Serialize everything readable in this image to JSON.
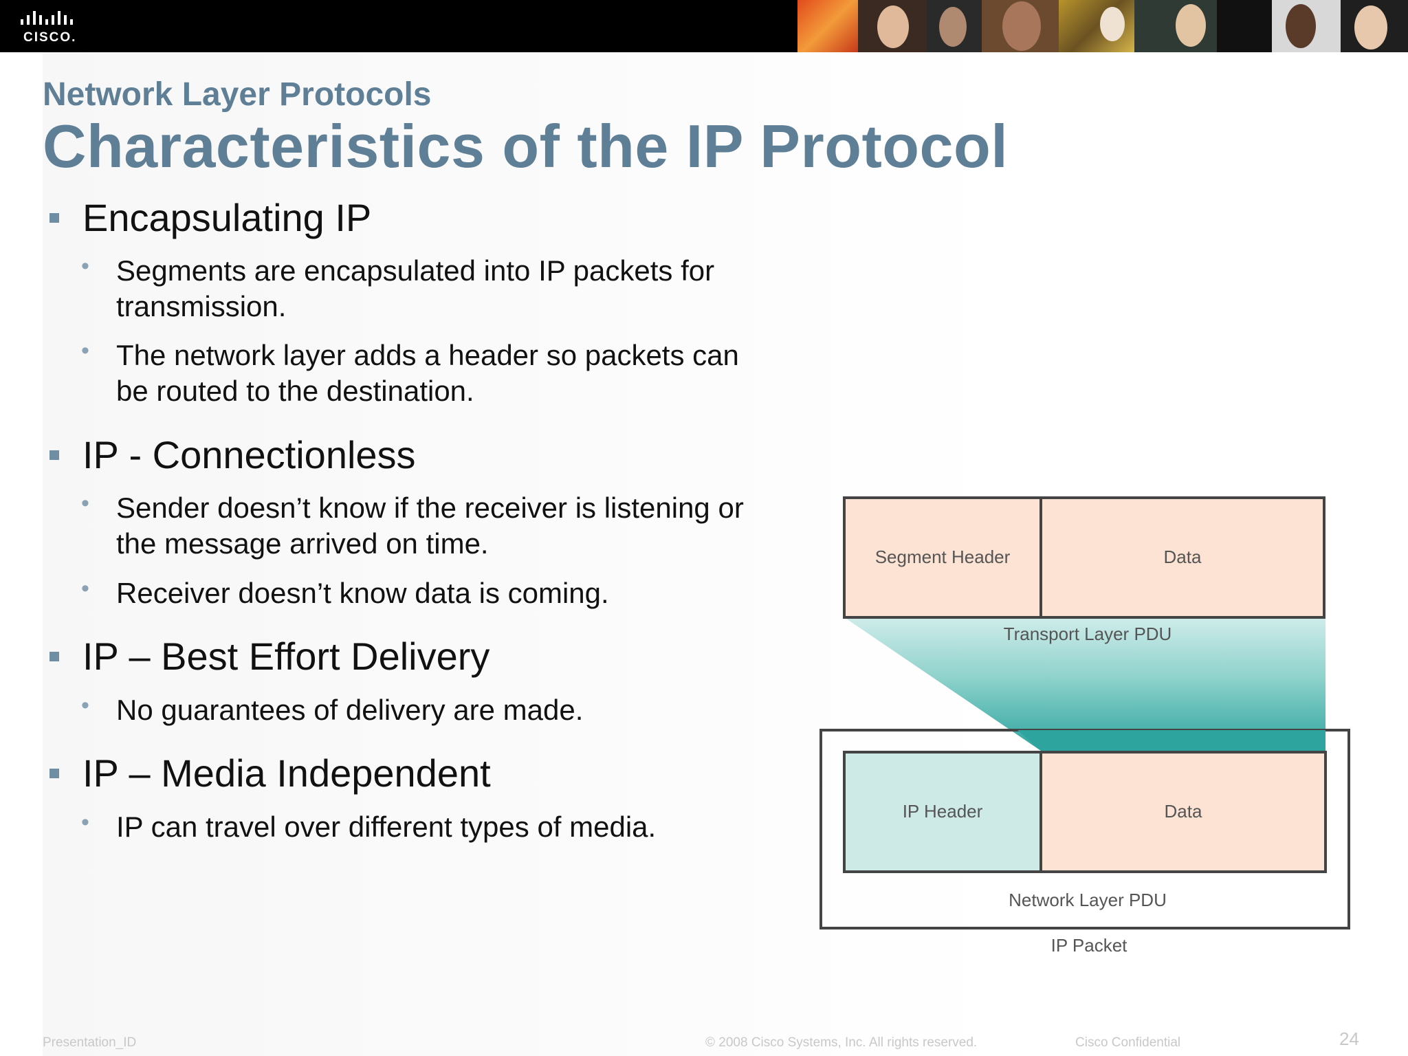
{
  "header": {
    "logo_text": "CISCO."
  },
  "slide": {
    "subtitle": "Network Layer Protocols",
    "title": "Characteristics of the IP Protocol"
  },
  "bullets": [
    {
      "label": "Encapsulating IP",
      "sub": [
        [
          "Segments are encapsulated into IP packets for",
          "transmission."
        ],
        [
          "The network layer adds a header so packets can",
          "be routed to the destination."
        ]
      ]
    },
    {
      "label": "IP - Connectionless",
      "sub": [
        [
          "Sender doesn’t know if the receiver is listening or",
          "the message arrived on time."
        ],
        [
          "Receiver doesn’t know data is coming."
        ]
      ]
    },
    {
      "label": "IP – Best Effort Delivery",
      "sub": [
        [
          "No guarantees of delivery are made."
        ]
      ]
    },
    {
      "label": "IP – Media Independent",
      "sub": [
        [
          "IP can travel over different types of media."
        ]
      ]
    }
  ],
  "diagram": {
    "segment_header": "Segment Header",
    "segment_data": "Data",
    "transport_pdu": "Transport Layer PDU",
    "ip_header": "IP Header",
    "ip_data": "Data",
    "network_pdu": "Network Layer PDU",
    "ip_packet": "IP Packet",
    "colors": {
      "peach": "#fce3d4",
      "light_teal": "#cdeae6",
      "teal": "#2ea49e",
      "border": "#444444"
    }
  },
  "footer": {
    "presentation_id": "Presentation_ID",
    "copyright": "© 2008 Cisco Systems, Inc. All rights reserved.",
    "confidential": "Cisco Confidential",
    "page_number": "24"
  }
}
